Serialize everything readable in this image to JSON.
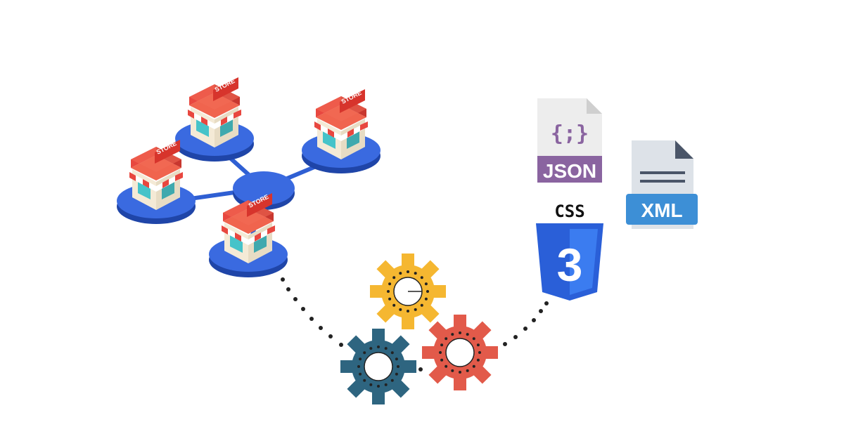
{
  "stores": [
    {
      "id": "store-top",
      "label": "STORE"
    },
    {
      "id": "store-right",
      "label": "STORE"
    },
    {
      "id": "store-left",
      "label": "STORE"
    },
    {
      "id": "store-bottom",
      "label": "STORE"
    }
  ],
  "files": {
    "json": {
      "label": "JSON",
      "symbol": "{;}"
    },
    "xml": {
      "label": "XML"
    },
    "css": {
      "label": "CSS",
      "number": "3"
    }
  },
  "colors": {
    "network_blue": "#2f5fd3",
    "store_red": "#e8473f",
    "gear_yellow": "#f5b731",
    "gear_teal": "#2e6580",
    "gear_red": "#e25a4a",
    "json_purple": "#8a64a0",
    "xml_blue": "#3d8fd6",
    "css_blue": "#2a5fd8"
  },
  "icons": [
    "store-icon",
    "network-hub-icon",
    "gear-icon",
    "json-file-icon",
    "xml-file-icon",
    "css3-icon"
  ]
}
